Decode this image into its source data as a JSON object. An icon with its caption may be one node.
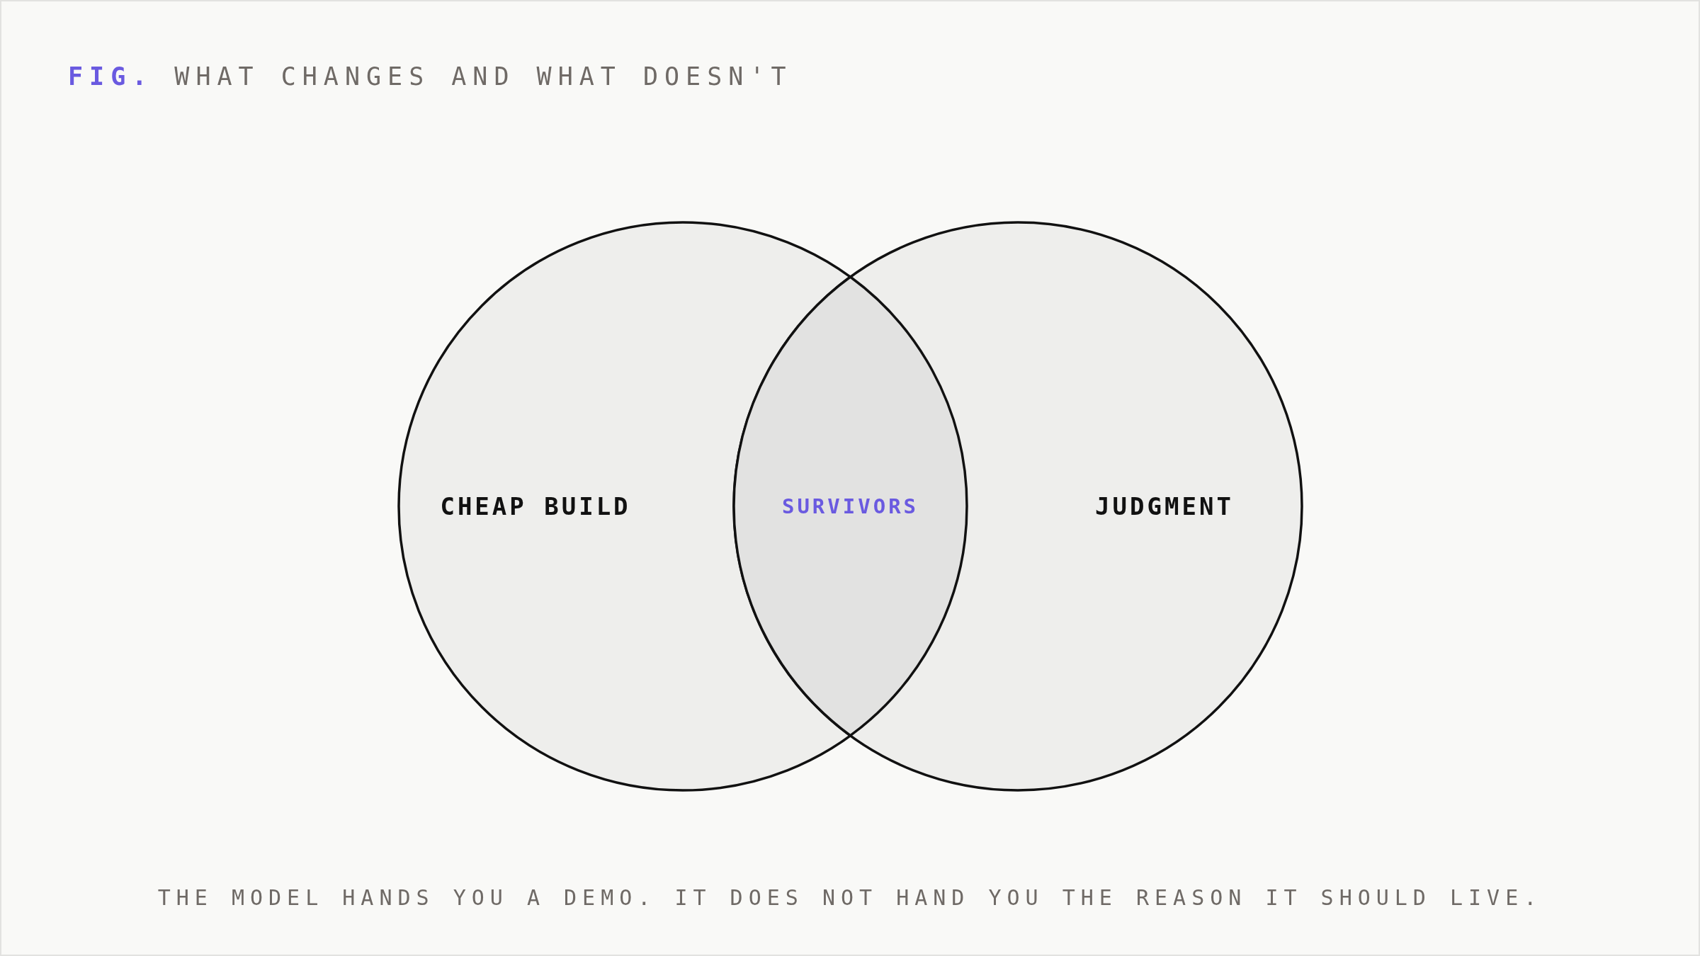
{
  "diagram": {
    "title": "FIG. WHAT CHANGES AND WHAT DOESN'T",
    "caption": "THE MODEL HANDS YOU A DEMO. IT DOES NOT HAND YOU THE REASON IT SHOULD LIVE.",
    "nodes": [
      {
        "text": [
          "CHEAP BUILD"
        ]
      },
      {
        "text": [
          "JUDGMENT"
        ]
      },
      {
        "text": [
          "SURVIVORS"
        ]
      }
    ],
    "edges": []
  }
}
